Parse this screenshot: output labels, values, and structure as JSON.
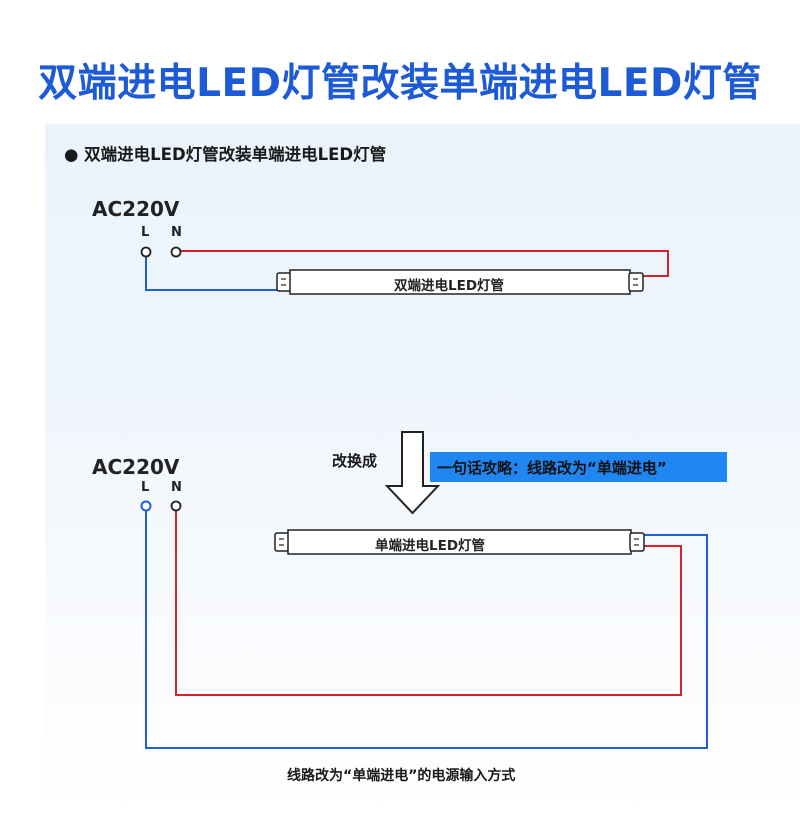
{
  "title": "双端进电LED灯管改装单端进电LED灯管",
  "section_heading": "双端进电LED灯管改装单端进电LED灯管",
  "top_circuit": {
    "source_label": "AC220V",
    "terminal_l": "L",
    "terminal_n": "N",
    "tube_label": "双端进电LED灯管"
  },
  "swap_label": "改换成",
  "tip": "一句话攻略：线路改为“单端进电”",
  "bottom_circuit": {
    "source_label": "AC220V",
    "terminal_l": "L",
    "terminal_n": "N",
    "tube_label": "单端进电LED灯管"
  },
  "caption": "线路改为“单端进电”的电源输入方式",
  "colors": {
    "title": "#1d5bd6",
    "live_wire": "#d8232a",
    "neutral_wire": "#1f5fd6",
    "tip_background": "#1f86f2"
  }
}
